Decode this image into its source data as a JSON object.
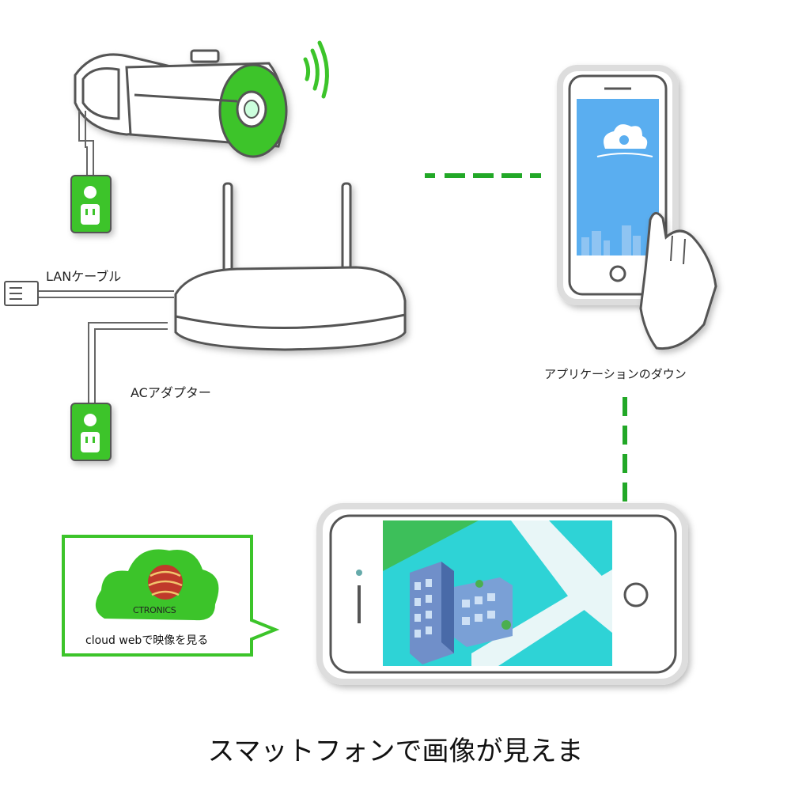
{
  "labels": {
    "lan_cable": "LANケーブル",
    "ac_adapter": "ACアダプター",
    "app_download": "アプリケーションのダウン",
    "cloud_web": "cloud webで映像を見る",
    "brand": "CTRONICS",
    "caption": "スマットフォンで画像が見えま"
  },
  "colors": {
    "accent_green": "#3cc42a",
    "dash_green": "#22a827",
    "app_blue": "#5aaef0",
    "map_cyan": "#2fd3d6",
    "map_green": "#3dbf5a",
    "outline": "#555555",
    "brand_red": "#c0392b"
  },
  "icons": [
    "camera-icon",
    "wifi-signal-icon",
    "power-outlet-icon",
    "router-icon",
    "lan-plug-icon",
    "smartphone-icon",
    "hand-icon",
    "cloud-app-icon",
    "cloud-logo-icon",
    "building-icon"
  ]
}
